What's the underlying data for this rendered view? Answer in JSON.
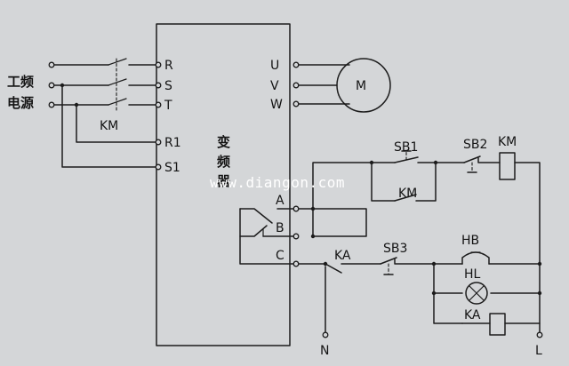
{
  "source_labels": [
    "工频",
    "电源"
  ],
  "inverter": {
    "name_chars": [
      "变",
      "频",
      "器"
    ],
    "input_terminals": [
      "R",
      "S",
      "T"
    ],
    "control_terminals": [
      "R1",
      "S1"
    ],
    "output_terminals": [
      "U",
      "V",
      "W"
    ],
    "relay_terminals": [
      "A",
      "B",
      "C"
    ]
  },
  "motor": "M",
  "contactor_main": "KM",
  "components": {
    "sb1": "SB1",
    "sb2": "SB2",
    "km_coil": "KM",
    "km_aux": "KM",
    "sb3": "SB3",
    "ka_contact": "KA",
    "hb": "HB",
    "hl": "HL",
    "ka_coil": "KA"
  },
  "terminals": {
    "neutral": "N",
    "line": "L"
  },
  "watermark": "www.diangon.com",
  "colors": {
    "background": "#d4d6d8",
    "ink": "#1c1c1c",
    "watermark": "#ffffff"
  }
}
